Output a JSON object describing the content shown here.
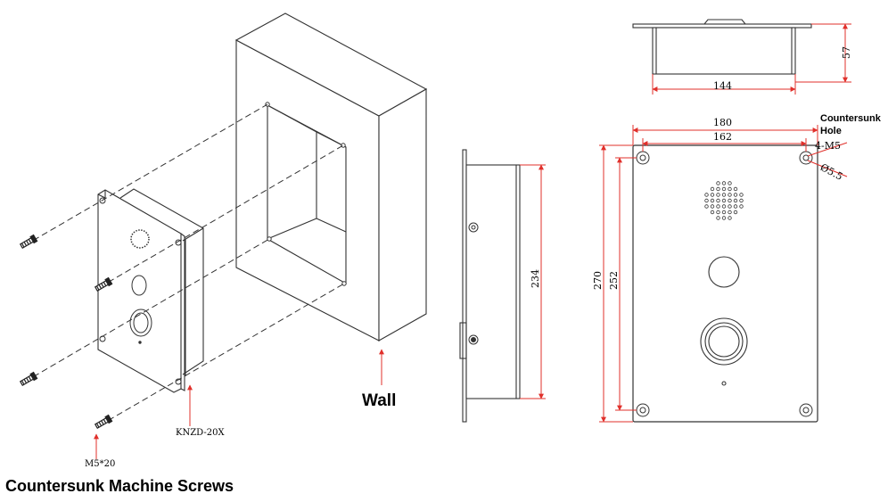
{
  "labels": {
    "wall": "Wall",
    "screws_title": "Countersunk Machine Screws",
    "screw_spec": "M5*20",
    "model": "KNZD-20X",
    "countersunk_hole_line1": "Countersunk",
    "countersunk_hole_line2": "Hole"
  },
  "dimensions": {
    "top_height": "57",
    "top_width": "144",
    "side_height": "234",
    "front_width_outer": "180",
    "front_width_inner": "162",
    "front_height_outer": "270",
    "front_height_inner": "252",
    "thread": "4-M5",
    "hole_diameter": "Ø5.5"
  },
  "colors": {
    "dimension_line": "#e0302b",
    "outline": "#222222",
    "dashed": "#333333"
  }
}
